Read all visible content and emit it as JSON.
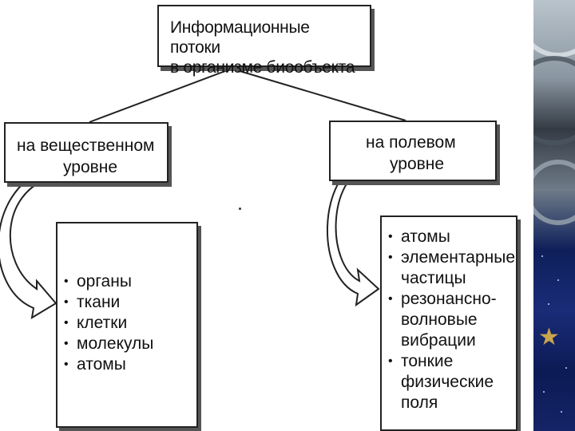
{
  "diagram": {
    "title": {
      "line1": "Информационные потоки",
      "line2": "в организме биообъекта"
    },
    "material_level": {
      "line1": "на вещественном",
      "line2": "уровне",
      "items": [
        "органы",
        "ткани",
        "клетки",
        "молекулы",
        "атомы"
      ]
    },
    "field_level": {
      "line1": "на полевом",
      "line2": "уровне",
      "items": [
        [
          "атомы"
        ],
        [
          "элементарные",
          "частицы"
        ],
        [
          "резонансно-",
          "волновые",
          "вибрации"
        ],
        [
          "тонкие",
          "физические",
          "поля"
        ]
      ]
    }
  },
  "colors": {
    "border": "#222222",
    "shadow": "#555555",
    "text": "#111111"
  }
}
